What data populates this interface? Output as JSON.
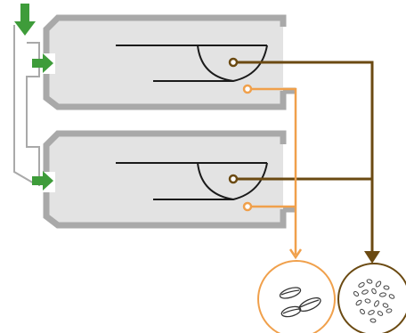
{
  "diagram": {
    "kind": "two-stage separator process schematic",
    "colors": {
      "background": "#ffffff",
      "vessel_fill": "#e3e3e3",
      "vessel_wall": "#a9a9a9",
      "feed_arrow": "#3e9c3a",
      "feed_line": "#a9a9a9",
      "coarse_outlet": "#f0a04b",
      "fine_outlet": "#6b4a12",
      "internals": "#1a1a1a"
    },
    "stages": [
      {
        "name": "upper-stage"
      },
      {
        "name": "lower-stage"
      }
    ],
    "outputs": [
      {
        "name": "coarse-particles",
        "color": "#f0a04b",
        "icon": "coarse-grain-icon"
      },
      {
        "name": "fine-particles",
        "color": "#6b4a12",
        "icon": "fine-grain-icon"
      }
    ]
  }
}
